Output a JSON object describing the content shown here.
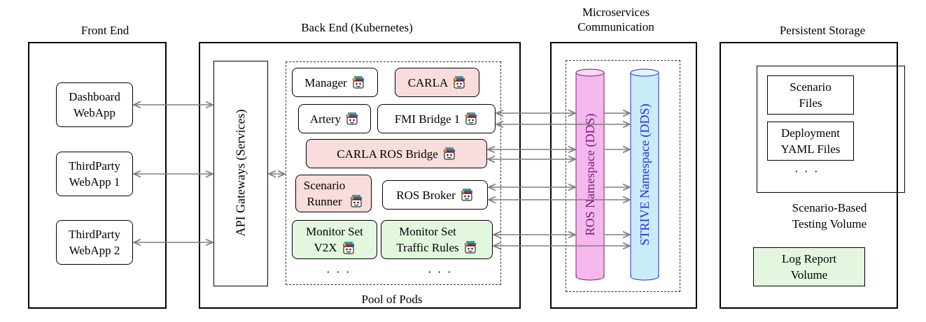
{
  "sections": {
    "front_end": "Front End",
    "back_end": "Back End (Kubernetes)",
    "microservices_line1": "Microservices",
    "microservices_line2": "Communication",
    "persistent_storage": "Persistent Storage",
    "pool_of_pods": "Pool of Pods"
  },
  "front_end": {
    "dashboard": [
      "Dashboard",
      "WebApp"
    ],
    "thirdparty1": [
      "ThirdParty",
      "WebApp 1"
    ],
    "thirdparty2": [
      "ThirdParty",
      "WebApp 2"
    ]
  },
  "gateway": "API Gateways (Services)",
  "pods": {
    "manager": "Manager",
    "carla": "CARLA",
    "artery": "Artery",
    "fmi_bridge": "FMI Bridge 1",
    "carla_ros_bridge": "CARLA ROS Bridge",
    "scenario_runner": [
      "Scenario",
      "Runner"
    ],
    "ros_broker": "ROS Broker",
    "monitor_v2x": [
      "Monitor Set",
      "V2X"
    ],
    "monitor_traffic": [
      "Monitor Set",
      "Traffic Rules"
    ],
    "ellipsis": "· · ·"
  },
  "namespaces": {
    "ros": "ROS Namespace (DDS)",
    "strive": "STRIVE Namespace (DDS)"
  },
  "storage": {
    "scenario_files": [
      "Scenario",
      "Files"
    ],
    "deployment_files": [
      "Deployment",
      "YAML Files"
    ],
    "ellipsis": "· · ·",
    "volume_label": [
      "Scenario-Based",
      "Testing Volume"
    ],
    "log_report": [
      "Log Report",
      "Volume"
    ]
  },
  "colors": {
    "pink": "#f9dcdc",
    "green": "#e3f7de",
    "ros_namespace": "#7a1a7a",
    "ros_fill": "#f5b8ec",
    "strive_namespace": "#2a2ae0",
    "strive_fill": "#c8ecf8",
    "arrow": "#7f7f7f"
  },
  "icons": [
    "pod-icon"
  ]
}
